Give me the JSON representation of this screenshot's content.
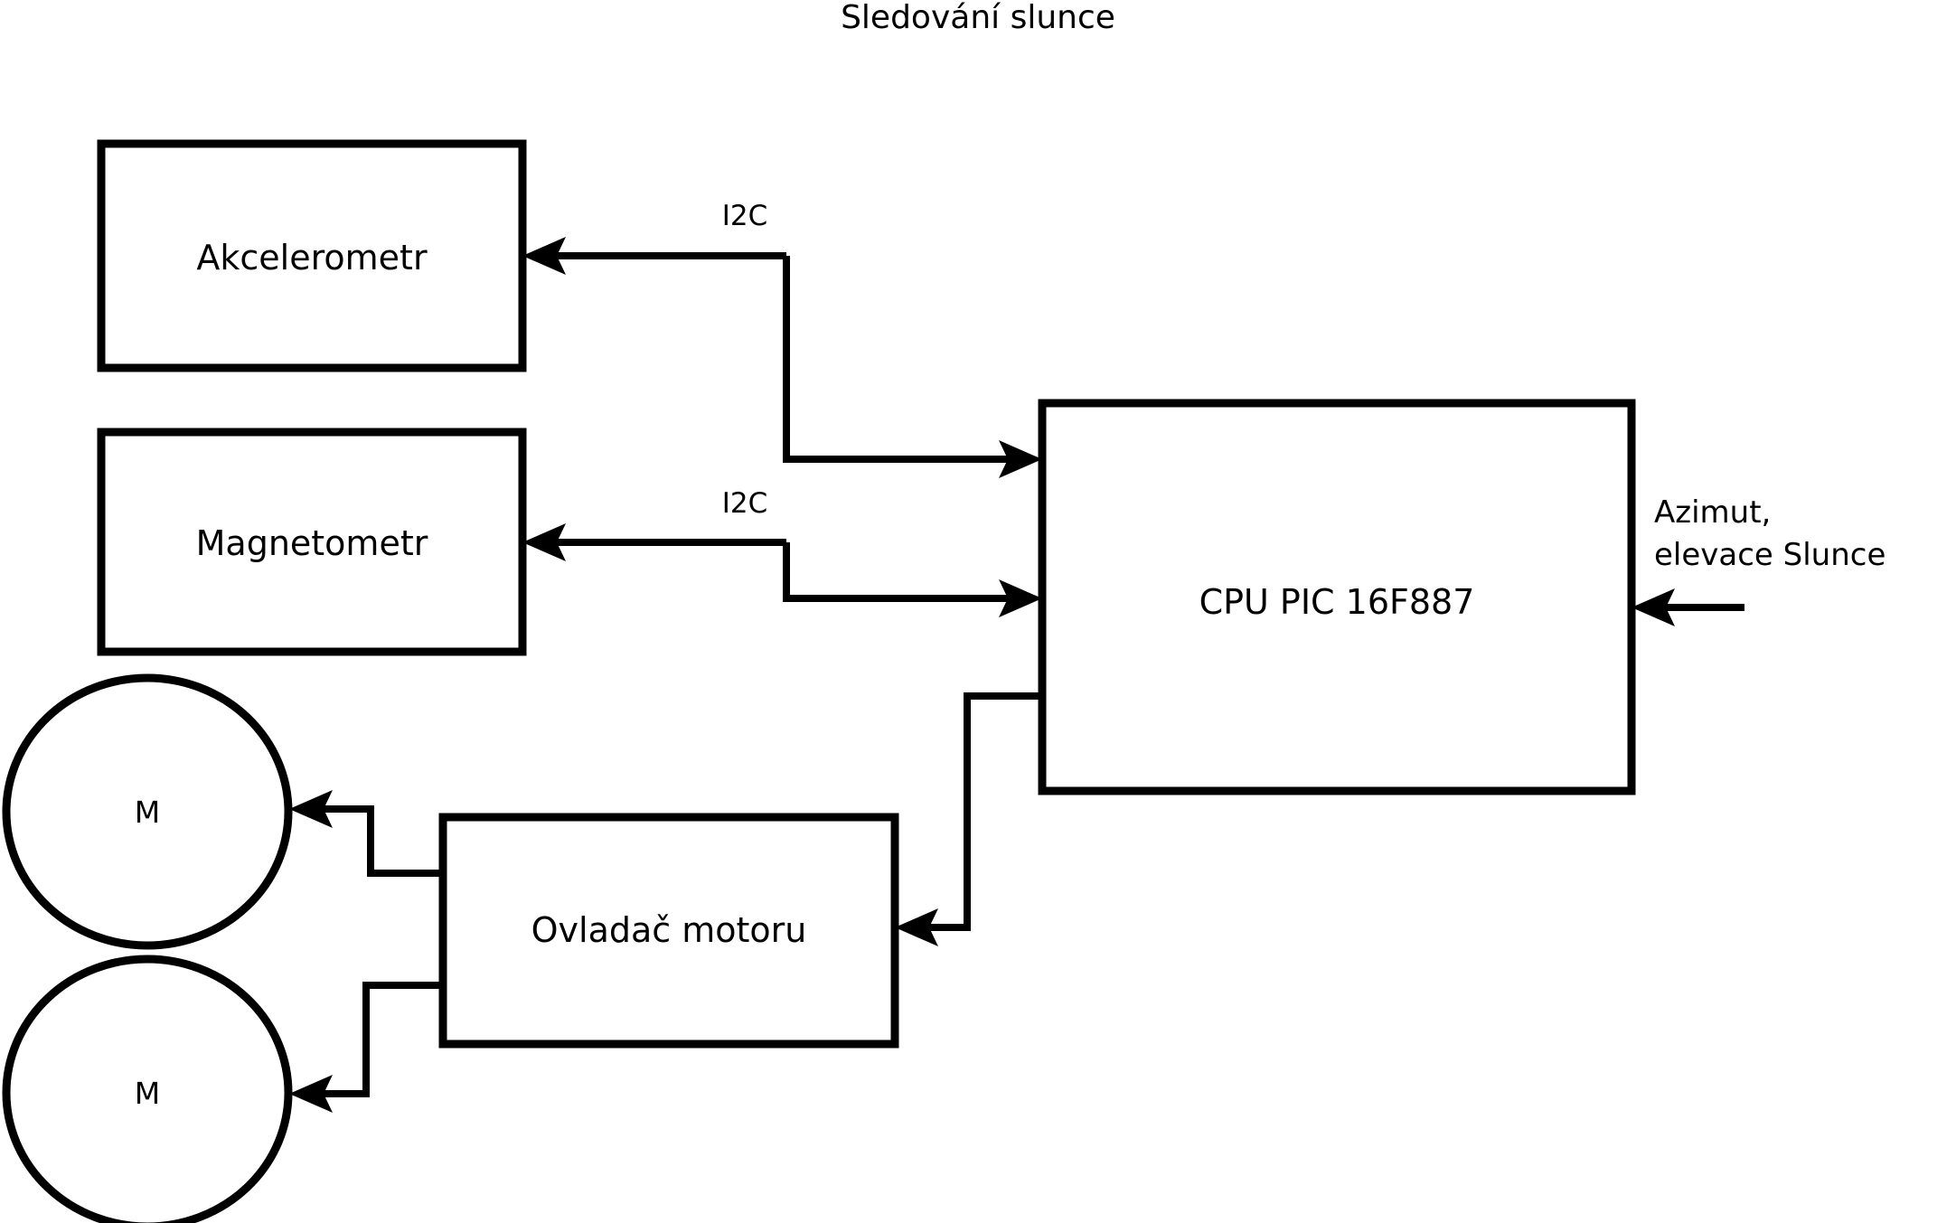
{
  "diagram": {
    "title": "Sledování slunce",
    "type": "block-diagram",
    "background_color": "#ffffff",
    "line_color": "#000000",
    "nodes": [
      {
        "id": "accelerometer",
        "label": "Akcelerometr",
        "shape": "rectangle"
      },
      {
        "id": "magnetometer",
        "label": "Magnetometr",
        "shape": "rectangle"
      },
      {
        "id": "cpu",
        "label": "CPU PIC 16F887",
        "shape": "rectangle"
      },
      {
        "id": "motor-driver",
        "label": "Ovladač motoru",
        "shape": "rectangle"
      },
      {
        "id": "motor-1",
        "label": "M",
        "shape": "circle"
      },
      {
        "id": "motor-2",
        "label": "M",
        "shape": "circle"
      }
    ],
    "edges": [
      {
        "id": "cpu-to-accelerometer",
        "label": "I2C",
        "from": "cpu",
        "to": "accelerometer"
      },
      {
        "id": "accelerometer-to-cpu",
        "label": "",
        "from": "accelerometer",
        "to": "cpu"
      },
      {
        "id": "cpu-to-magnetometer",
        "label": "I2C",
        "from": "cpu",
        "to": "magnetometer"
      },
      {
        "id": "magnetometer-to-cpu",
        "label": "",
        "from": "magnetometer",
        "to": "cpu"
      },
      {
        "id": "cpu-to-motor-driver",
        "label": "",
        "from": "cpu",
        "to": "motor-driver"
      },
      {
        "id": "motor-driver-to-motor-1",
        "label": "",
        "from": "motor-driver",
        "to": "motor-1"
      },
      {
        "id": "motor-driver-to-motor-2",
        "label": "",
        "from": "motor-driver",
        "to": "motor-2"
      }
    ],
    "external_input": {
      "id": "sun-position-input",
      "line_1": "Azimut,",
      "line_2": "elevace Slunce",
      "target": "cpu"
    },
    "bus_labels": {
      "accelerometer_bus": "I2C",
      "magnetometer_bus": "I2C"
    }
  }
}
